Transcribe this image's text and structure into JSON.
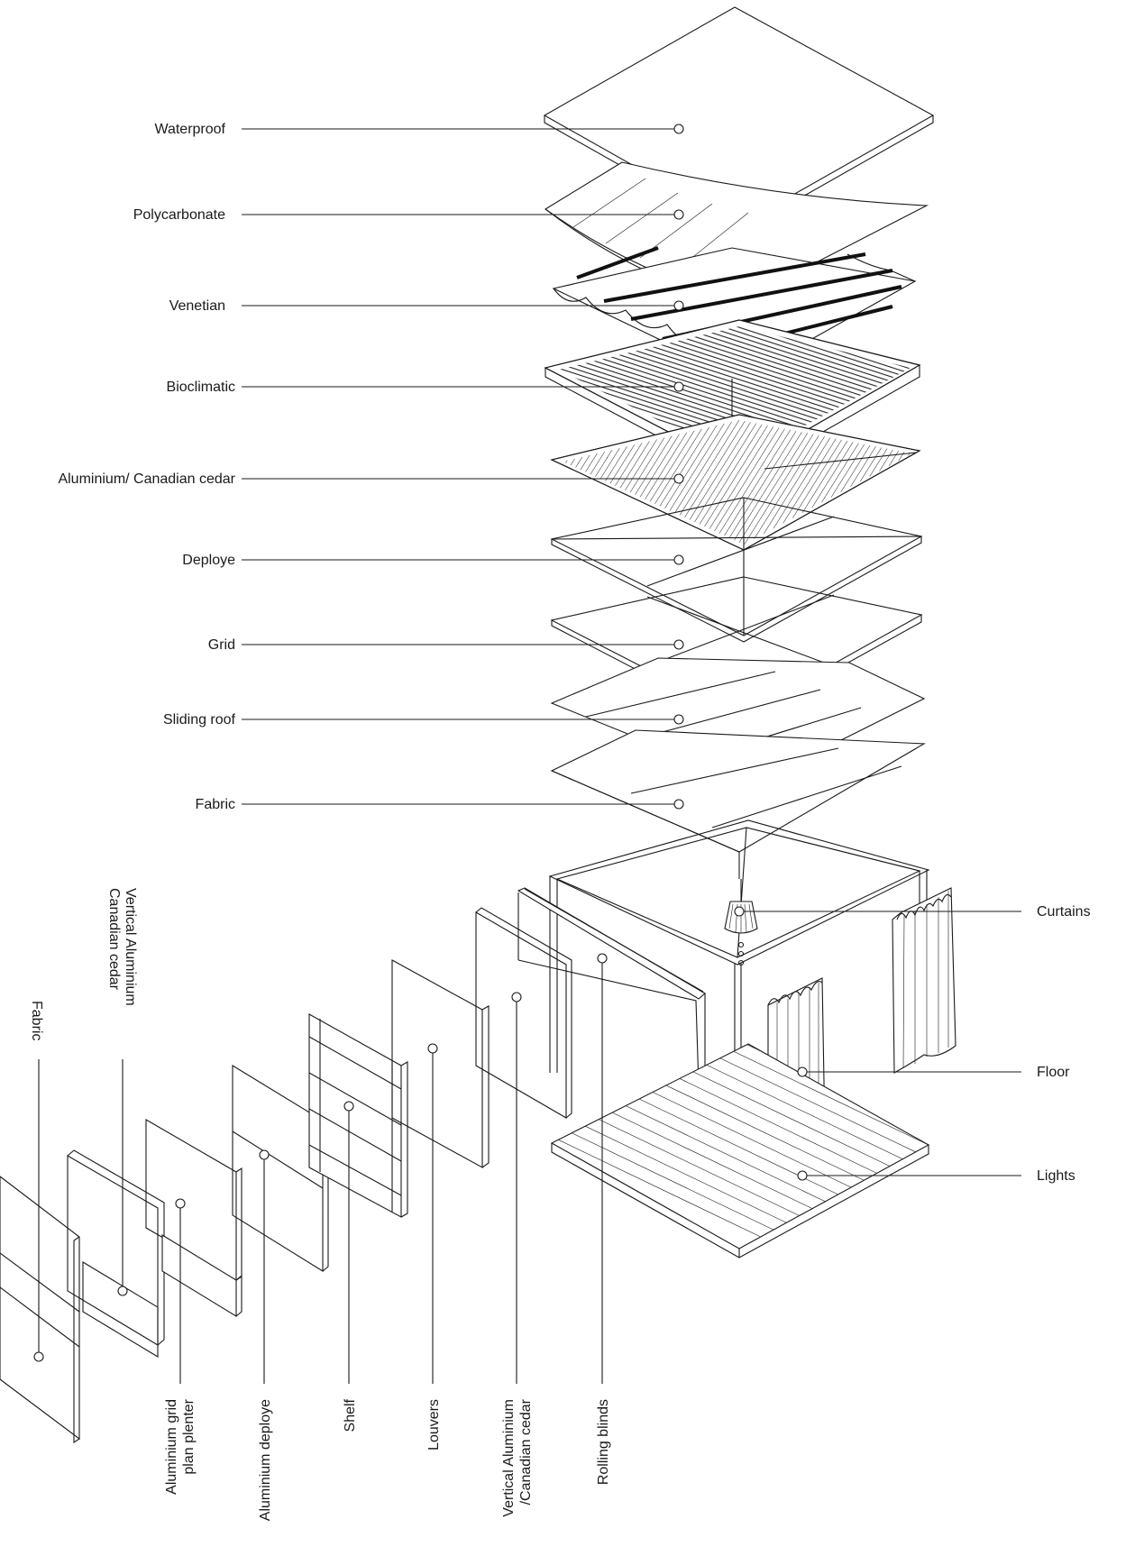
{
  "roof_layers": [
    {
      "name": "waterproof",
      "label": "Waterproof"
    },
    {
      "name": "polycarbonate",
      "label": "Polycarbonate"
    },
    {
      "name": "venetian",
      "label": "Venetian"
    },
    {
      "name": "bioclimatic",
      "label": "Bioclimatic"
    },
    {
      "name": "aluminium-canadian-cedar",
      "label": "Aluminium/ Canadian cedar"
    },
    {
      "name": "deploye",
      "label": "Deploye"
    },
    {
      "name": "grid",
      "label": "Grid"
    },
    {
      "name": "sliding-roof",
      "label": "Sliding roof"
    },
    {
      "name": "fabric-roof",
      "label": "Fabric"
    }
  ],
  "right_callouts": [
    {
      "name": "curtains",
      "label": "Curtains"
    },
    {
      "name": "floor",
      "label": "Floor"
    },
    {
      "name": "lights",
      "label": "Lights"
    }
  ],
  "wall_panels": [
    {
      "name": "fabric-wall",
      "lines": [
        "Fabric"
      ]
    },
    {
      "name": "vertical-aluminium-cedar-top",
      "lines": [
        "Vertical Aluminium",
        "Canadian cedar"
      ]
    },
    {
      "name": "aluminium-grid-planter",
      "lines": [
        "Aluminium grid",
        "plan plenter"
      ]
    },
    {
      "name": "aluminium-deploye",
      "lines": [
        "Aluminium deploye"
      ]
    },
    {
      "name": "shelf",
      "lines": [
        "Shelf"
      ]
    },
    {
      "name": "louvers",
      "lines": [
        "Louvers"
      ]
    },
    {
      "name": "vertical-aluminium-cedar-bottom",
      "lines": [
        "Vertical Aluminium",
        "/Canadian cedar"
      ]
    },
    {
      "name": "rolling-blinds",
      "lines": [
        "Rolling blinds"
      ]
    }
  ]
}
